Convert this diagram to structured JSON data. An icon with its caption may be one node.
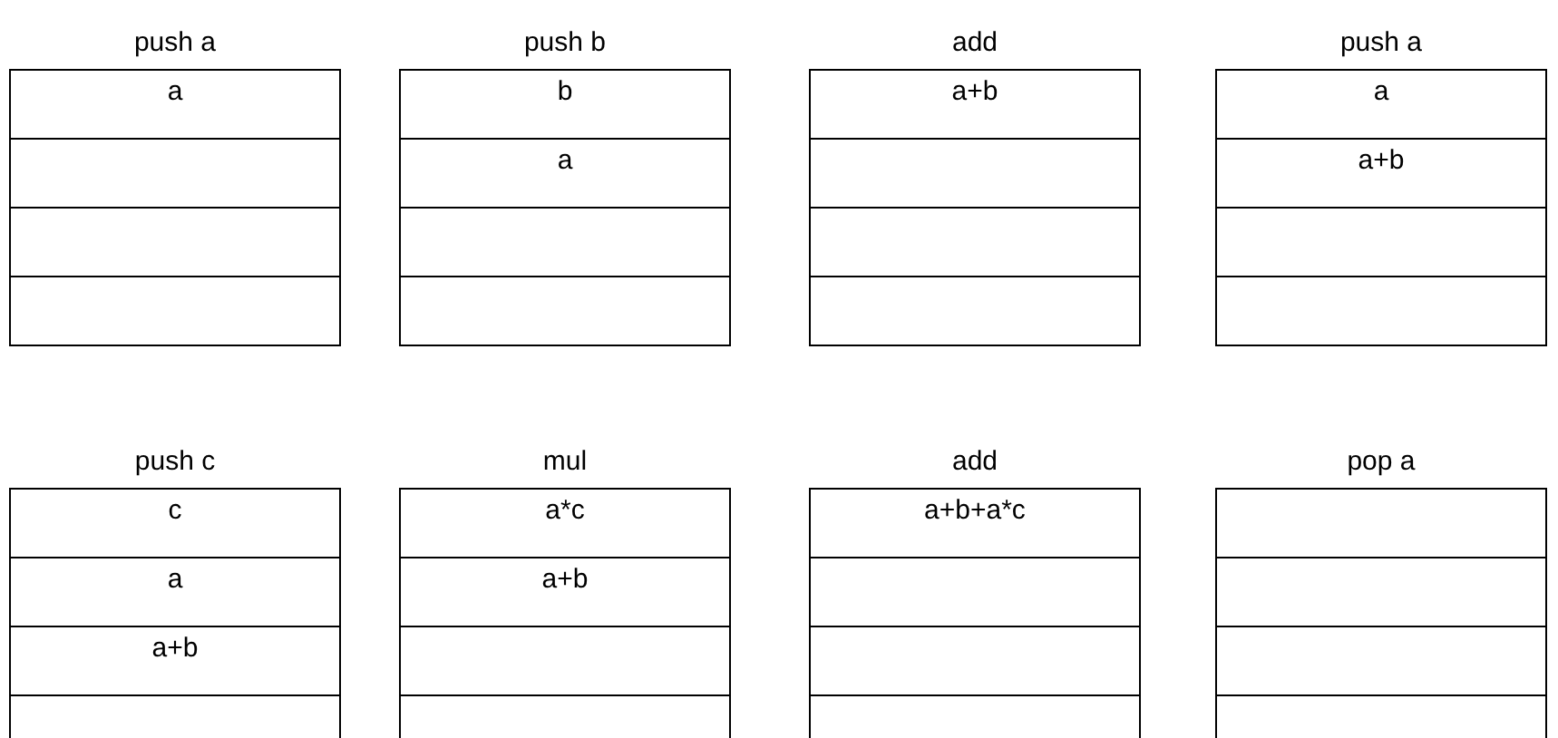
{
  "diagram": {
    "nodes": [
      {
        "text": [
          "push a"
        ]
      },
      {
        "text": [
          "a"
        ],
        "in": 0
      },
      {
        "text": [],
        "shape": "box",
        "in": 0
      },
      {
        "text": [],
        "shape": "box",
        "in": 0
      },
      {
        "text": [],
        "shape": "box",
        "in": 0
      },
      {
        "text": [
          "push b"
        ]
      },
      {
        "text": [
          "b"
        ],
        "in": 5
      },
      {
        "text": [
          "a"
        ],
        "in": 5
      },
      {
        "text": [],
        "shape": "box",
        "in": 5
      },
      {
        "text": [],
        "shape": "box",
        "in": 5
      },
      {
        "text": [
          "add"
        ]
      },
      {
        "text": [
          "a+b"
        ],
        "in": 10
      },
      {
        "text": [],
        "shape": "box",
        "in": 10
      },
      {
        "text": [],
        "shape": "box",
        "in": 10
      },
      {
        "text": [],
        "shape": "box",
        "in": 10
      },
      {
        "text": [
          "push a"
        ]
      },
      {
        "text": [
          "a"
        ],
        "in": 15
      },
      {
        "text": [
          "a+b"
        ],
        "in": 15
      },
      {
        "text": [],
        "shape": "box",
        "in": 15
      },
      {
        "text": [],
        "shape": "box",
        "in": 15
      },
      {
        "text": [
          "push c"
        ]
      },
      {
        "text": [
          "c"
        ],
        "in": 20
      },
      {
        "text": [
          "a"
        ],
        "in": 20
      },
      {
        "text": [
          "a+b"
        ],
        "in": 20
      },
      {
        "text": [],
        "shape": "box",
        "in": 20
      },
      {
        "text": [
          "mul"
        ]
      },
      {
        "text": [
          "a*c"
        ],
        "in": 25
      },
      {
        "text": [
          "a+b"
        ],
        "in": 25
      },
      {
        "text": [],
        "shape": "box",
        "in": 25
      },
      {
        "text": [],
        "shape": "box",
        "in": 25
      },
      {
        "text": [
          "add"
        ]
      },
      {
        "text": [
          "a+b+a*c"
        ],
        "in": 30
      },
      {
        "text": [],
        "shape": "box",
        "in": 30
      },
      {
        "text": [],
        "shape": "box",
        "in": 30
      },
      {
        "text": [],
        "shape": "box",
        "in": 30
      },
      {
        "text": [
          "pop a"
        ]
      },
      {
        "text": [],
        "shape": "box",
        "in": 35
      },
      {
        "text": [],
        "shape": "box",
        "in": 35
      },
      {
        "text": [],
        "shape": "box",
        "in": 35
      },
      {
        "text": [],
        "shape": "box",
        "in": 35
      }
    ]
  }
}
